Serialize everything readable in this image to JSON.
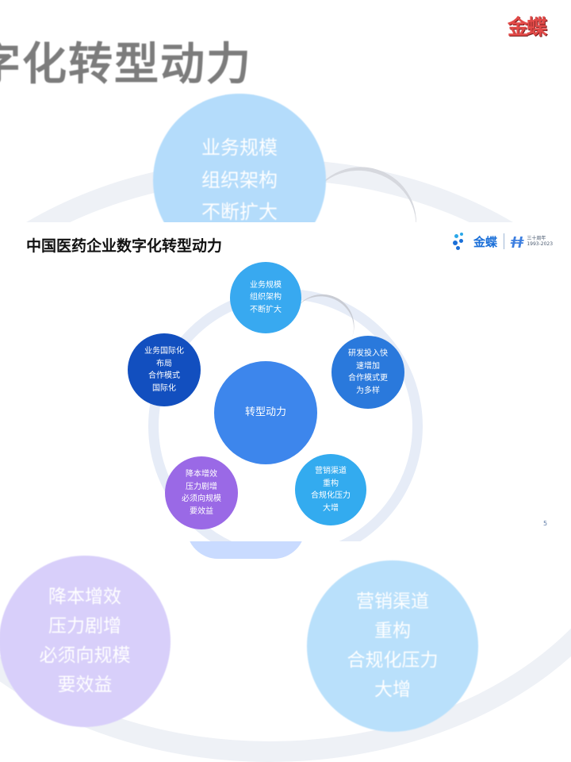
{
  "background": {
    "title": "字化转型动力",
    "logo_text": "金蝶",
    "circle_top": [
      "业务规模",
      "组织架构",
      "不断扩大"
    ],
    "circle_left": [
      "降本增效",
      "压力剧增",
      "必须向规模",
      "要效益"
    ],
    "circle_right": [
      "营销渠道",
      "重构",
      "合规化压力",
      "大增"
    ]
  },
  "slide": {
    "title": "中国医药企业数字化转型动力",
    "brand": "金蝶",
    "anniversary_text": [
      "三十周年",
      "1993-2023"
    ],
    "center": "转型动力",
    "nodes": {
      "top": [
        "业务规模",
        "组织架构",
        "不断扩大"
      ],
      "right": [
        "研发投入快",
        "速增加",
        "合作模式更",
        "为多样"
      ],
      "left": [
        "业务国际化",
        "布局",
        "合作模式",
        "国际化"
      ],
      "bottom_left": [
        "降本增效",
        "压力剧增",
        "必须向规模",
        "要效益"
      ],
      "bottom_right": [
        "营销渠道",
        "重构",
        "合规化压力",
        "大增"
      ]
    },
    "page_number": "5"
  },
  "colors": {
    "node_top": "#38a9f0",
    "node_right": "#2a79dc",
    "node_left": "#124fbf",
    "node_center": "#3d86ec",
    "node_bottom_left": "#9a69e6",
    "node_bottom_right": "#33abef",
    "brand_blue": "#1a6fd8"
  }
}
